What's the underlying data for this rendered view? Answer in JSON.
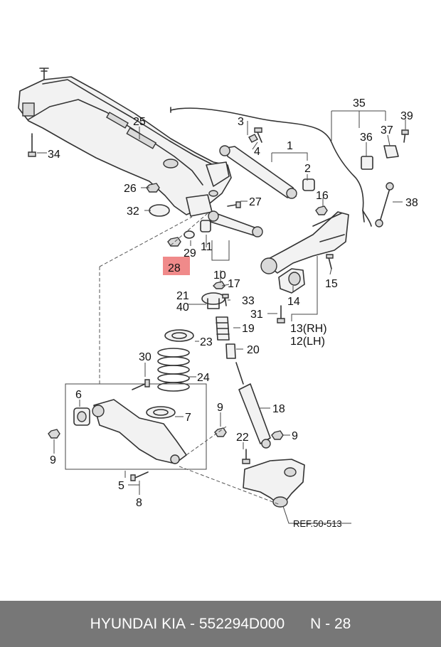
{
  "diagram": {
    "callouts": {
      "c1": "1",
      "c2": "2",
      "c3": "3",
      "c4": "4",
      "c5": "5",
      "c6": "6",
      "c7": "7",
      "c8": "8",
      "c9a": "9",
      "c9b": "9",
      "c9c": "9",
      "c10": "10",
      "c11": "11",
      "c12": "12",
      "c13": "13",
      "c14": "14",
      "c15": "15",
      "c16": "16",
      "c17": "17",
      "c18": "18",
      "c19": "19",
      "c20": "20",
      "c21": "21",
      "c22": "22",
      "c23": "23",
      "c24": "24",
      "c25": "25",
      "c26": "26",
      "c27": "27",
      "c28": "28",
      "c29": "29",
      "c30": "30",
      "c31": "31",
      "c32": "32",
      "c33": "33",
      "c34": "34",
      "c35": "35",
      "c36": "36",
      "c37": "37",
      "c38": "38",
      "c39": "39",
      "c40": "40"
    },
    "rh": "(RH)",
    "lh": "(LH)",
    "ref_label": "REF.50-513",
    "highlight_color": "#f08a8a"
  },
  "footer": {
    "brand": "HYUNDAI",
    "brand2": "KIA",
    "part_number": "- 552294D000",
    "page": "N - 28"
  }
}
